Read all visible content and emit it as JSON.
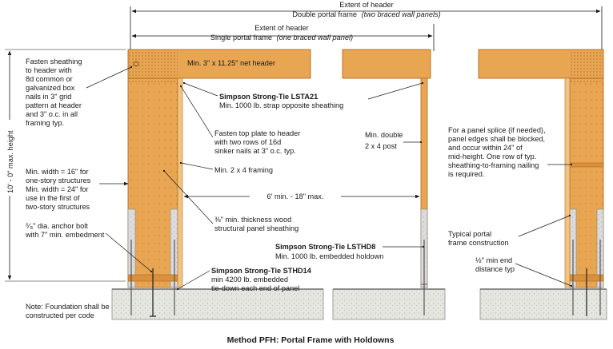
{
  "colors": {
    "wood": "#e8a552",
    "wood_edge": "#b36d1f",
    "concrete": "#e6e6e0",
    "concrete_edge": "#8c8c8c",
    "text": "#1a1a1a"
  },
  "dimensions": {
    "extent_header_outer": "Extent of header",
    "double_portal": "Double portal frame",
    "double_portal_note": "(two braced wall panels)",
    "extent_header_inner": "Extent of header",
    "single_portal": "Single portal frame",
    "single_portal_note": "(one braced wall panel)",
    "height": "10' - 0\" max. height",
    "opening": "6' min. - 18\" max."
  },
  "labels": {
    "header": "Min. 3\" x 11.25\" net header",
    "fasten_sheathing": [
      "Fasten sheathing",
      "to header with",
      "8d common or",
      "galvanized box",
      "nails in 3\" grid",
      "pattern at header",
      "and 3\" o.c. in all",
      "framing typ."
    ],
    "lsta21_title": "Simpson Strong-Tie LSTA21",
    "lsta21_desc": "Min. 1000 lb. strap opposite sheathing",
    "top_plate": [
      "Fasten top plate to header",
      "with two rows of 16d",
      "sinker nails at 3\" o.c. typ."
    ],
    "double_post": [
      "Min. double",
      "2 x 4 post"
    ],
    "min_width": [
      "Min. width = 16\" for",
      "one-story structures",
      "Min. width = 24\" for",
      "use in the first of",
      "two-story structures"
    ],
    "framing": "Min. 2 x 4 framing",
    "sheathing": [
      "⅜\" min. thickness wood",
      "structural panel sheathing"
    ],
    "anchor_bolt": [
      "⁵⁄₈\" dia. anchor bolt",
      "with 7\" min. embedment"
    ],
    "lsthd8_title": "Simpson Strong-Tie LSTHD8",
    "lsthd8_desc": "Min. 1000 lb. embedded holdown",
    "sthd14_title": "Simpson Strong-Tie STHD14",
    "sthd14_desc": [
      "min 4200 lb. embedded",
      "tie-down each end of panel"
    ],
    "panel_splice": [
      "For a panel splice (if needed),",
      "panel edges shall be blocked,",
      "and occur within 24\" of",
      "mid-height. One row of typ.",
      "sheathing-to-framing nailing",
      "is required."
    ],
    "typical_portal": [
      "Typical portal",
      "frame construction"
    ],
    "end_distance": [
      "½\" min end",
      "distance typ"
    ],
    "foundation_note": [
      "Note: Foundation shall be",
      "constructed per code"
    ]
  },
  "caption": "Method PFH: Portal Frame with Holdowns"
}
